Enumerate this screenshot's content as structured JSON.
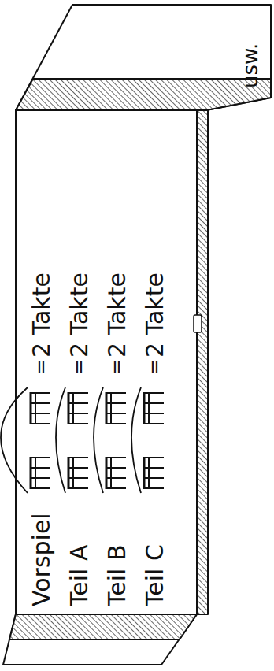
{
  "diagram": {
    "labels": [
      "Vorspiel",
      "=",
      "2 Takte",
      "Teil A",
      "=",
      "2 Takte",
      "Teil B",
      "=",
      "2 Takte",
      "Teil C",
      "=",
      "2 Takte",
      "usw."
    ]
  }
}
